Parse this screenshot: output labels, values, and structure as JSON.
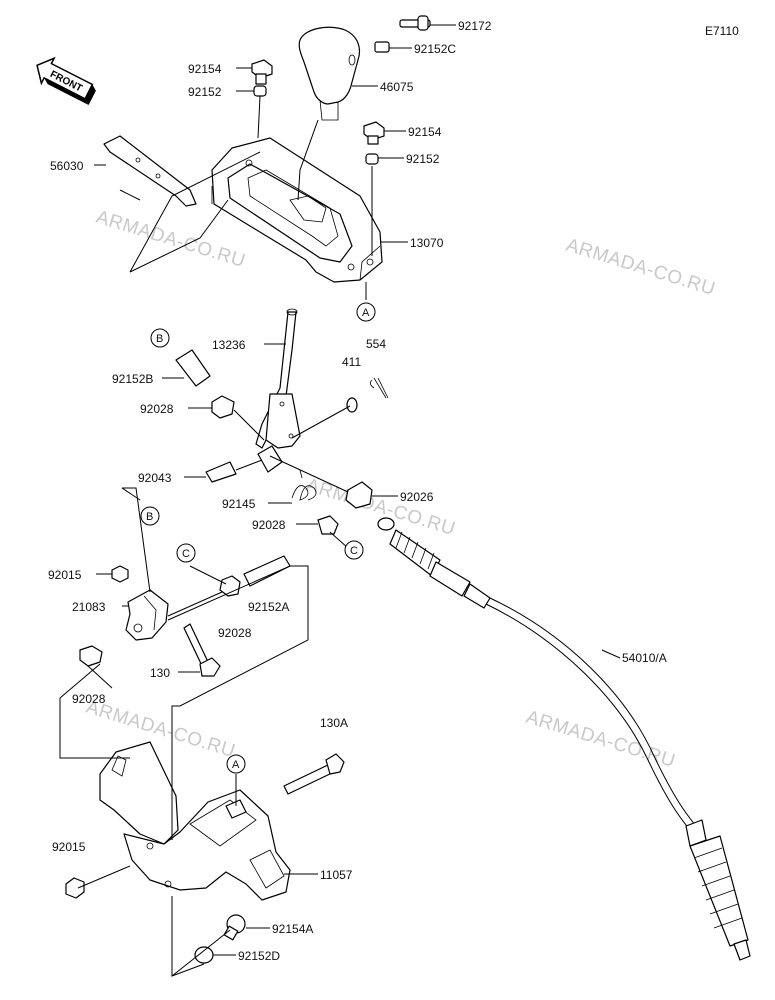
{
  "diagram_code": "E7110",
  "front_label": "FRONT",
  "watermark": "ARMADA-CO.RU",
  "parts": {
    "p92172": "92172",
    "p92152C": "92152C",
    "p46075": "46075",
    "p92154_top": "92154",
    "p92152_top": "92152",
    "p92154_right": "92154",
    "p92152_right": "92152",
    "p56030": "56030",
    "p13070": "13070",
    "p13236": "13236",
    "p554": "554",
    "p411": "411",
    "p92152B": "92152B",
    "p92028_a": "92028",
    "p92043": "92043",
    "p92145": "92145",
    "p92026": "92026",
    "p92028_b": "92028",
    "p92015_a": "92015",
    "p21083": "21083",
    "p92028_c": "92028",
    "p92152A": "92152A",
    "p130": "130",
    "p92028_d": "92028",
    "p54010A": "54010/A",
    "p130A": "130A",
    "p92015_b": "92015",
    "p11057": "11057",
    "p92154A": "92154A",
    "p92152D": "92152D"
  },
  "refs": {
    "A1": "A",
    "A2": "A",
    "B1": "B",
    "B2": "B",
    "C1": "C",
    "C2": "C"
  }
}
